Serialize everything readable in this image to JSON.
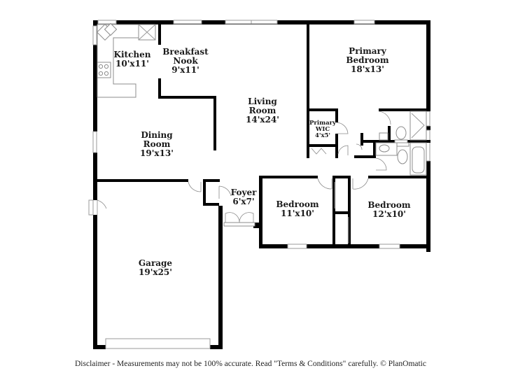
{
  "floorplan": {
    "rooms": [
      {
        "id": "kitchen",
        "name": "Kitchen",
        "dims": "10'x11'"
      },
      {
        "id": "breakfast-nook",
        "name": "Breakfast\nNook",
        "name_line1": "Breakfast",
        "name_line2": "Nook",
        "dims": "9'x11'"
      },
      {
        "id": "living-room",
        "name_line1": "Living",
        "name_line2": "Room",
        "dims": "14'x24'"
      },
      {
        "id": "primary-bedroom",
        "name_line1": "Primary",
        "name_line2": "Bedroom",
        "dims": "18'x13'"
      },
      {
        "id": "primary-wic",
        "name_line1": "Primary",
        "name_line2": "WIC",
        "dims": "4'x5'"
      },
      {
        "id": "dining-room",
        "name_line1": "Dining",
        "name_line2": "Room",
        "dims": "19'x13'"
      },
      {
        "id": "foyer",
        "name": "Foyer",
        "dims": "6'x7'"
      },
      {
        "id": "bedroom-1",
        "name": "Bedroom",
        "dims": "11'x10'"
      },
      {
        "id": "bedroom-2",
        "name": "Bedroom",
        "dims": "12'x10'"
      },
      {
        "id": "garage",
        "name": "Garage",
        "dims": "19'x25'"
      }
    ],
    "colors": {
      "wall": "#000000",
      "fixture_line": "#9a9a9a",
      "background": "#ffffff",
      "text": "#1a1a1a"
    }
  },
  "footer": {
    "disclaimer": "Disclaimer - Measurements may not be 100% accurate. Read \"Terms & Conditions\" carefully. © PlanOmatic"
  }
}
